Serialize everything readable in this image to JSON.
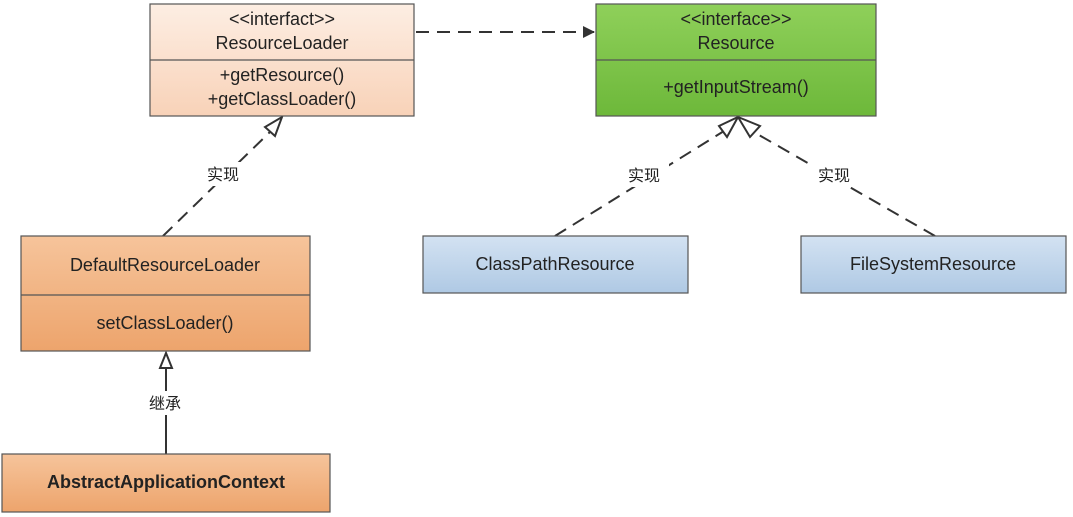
{
  "nodes": {
    "resource_loader": {
      "stereotype": "<<interfact>>",
      "name": "ResourceLoader",
      "methods": [
        "+getResource()",
        "+getClassLoader()"
      ]
    },
    "resource": {
      "stereotype": "<<interface>>",
      "name": "Resource",
      "methods": [
        "+getInputStream()"
      ]
    },
    "default_resource_loader": {
      "name": "DefaultResourceLoader",
      "methods": [
        "setClassLoader()"
      ]
    },
    "abstract_application_context": {
      "name": "AbstractApplicationContext"
    },
    "class_path_resource": {
      "name": "ClassPathResource"
    },
    "file_system_resource": {
      "name": "FileSystemResource"
    }
  },
  "edges": {
    "drl_implements_rl": {
      "label": "实现"
    },
    "cpr_implements_r": {
      "label": "实现"
    },
    "fsr_implements_r": {
      "label": "实现"
    },
    "aac_extends_drl": {
      "label": "继承"
    },
    "rl_depends_r": {
      "label": ""
    }
  },
  "colors": {
    "peach_fill": "#fbdcc8",
    "orange_fill": "#f0b27f",
    "green_fill": "#7dc44a",
    "blue_fill": "#bcd3ea",
    "border": "#555555",
    "line": "#333333"
  }
}
